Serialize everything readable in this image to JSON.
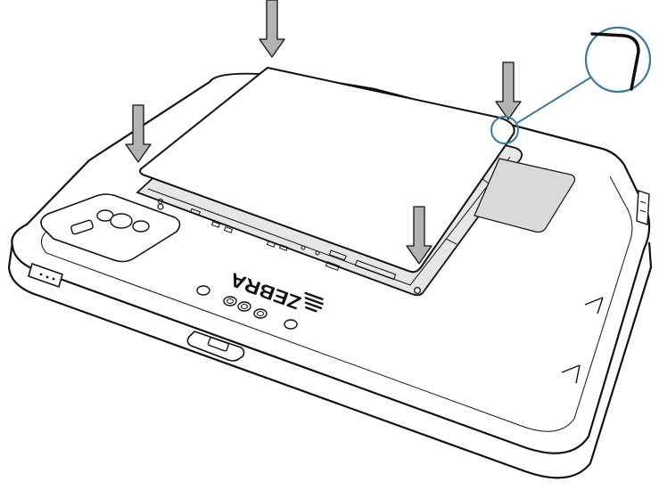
{
  "diagram": {
    "brand": {
      "wordmark": "ZEBRA",
      "logo_icon": "zebra-head-logo"
    },
    "colors": {
      "outline": "#111111",
      "cover_fill": "#ffffff",
      "tablet_fill": "#ffffff",
      "compartment_fill": "#e6e6e6",
      "window_gray": "#d9d9d9",
      "arrow_fill": "#b3b3b3",
      "detail_callout": "#3a7a98"
    },
    "arrows": [
      {
        "label": "down-arrow",
        "direction": "down"
      },
      {
        "label": "down-arrow",
        "direction": "down"
      },
      {
        "label": "down-arrow",
        "direction": "down"
      },
      {
        "label": "down-arrow",
        "direction": "down"
      }
    ],
    "callout": {
      "icon": "magnify-detail-circle"
    }
  }
}
